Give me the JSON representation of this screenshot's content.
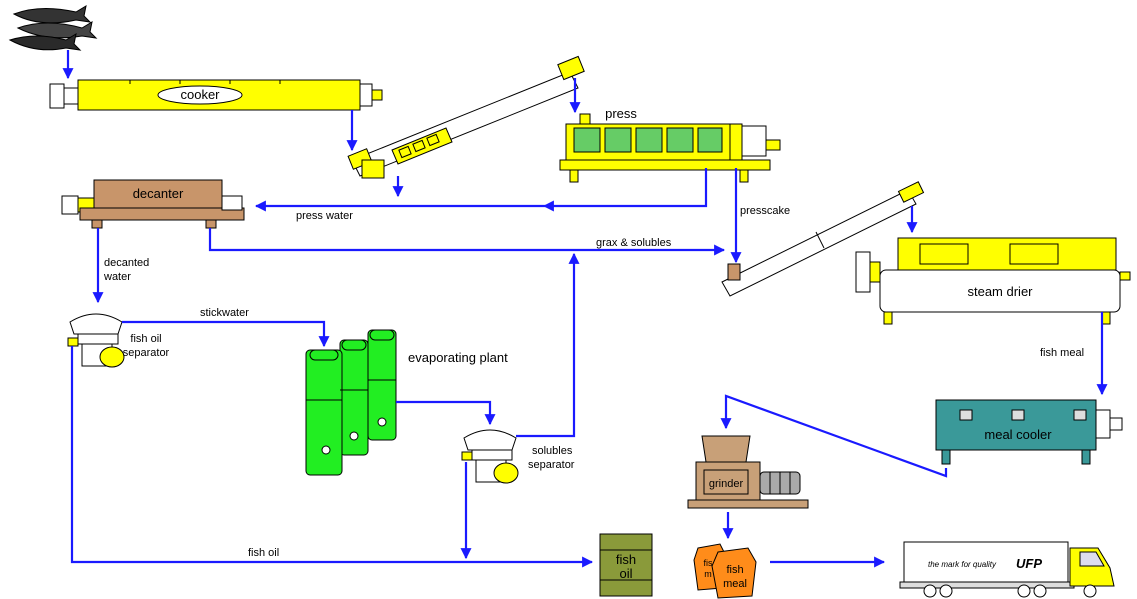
{
  "labels": {
    "cooker": "cooker",
    "press": "press",
    "decanter": "decanter",
    "press_water": "press water",
    "presscake": "presscake",
    "grax_solubles": "grax & solubles",
    "decanted_water_1": "decanted",
    "decanted_water_2": "water",
    "stickwater": "stickwater",
    "fish_oil_separator_1": "fish oil",
    "fish_oil_separator_2": "separator",
    "evaporating_plant": "evaporating plant",
    "solubles_separator_1": "solubles",
    "solubles_separator_2": "separator",
    "steam_drier": "steam drier",
    "fish_meal_flow": "fish meal",
    "meal_cooler": "meal cooler",
    "grinder": "grinder",
    "fish_oil_flow": "fish oil",
    "fish_oil_barrel_1": "fish",
    "fish_oil_barrel_2": "oil",
    "fish_meal_bag_back_1": "fis",
    "fish_meal_bag_back_2": "m",
    "fish_meal_bag_1": "fish",
    "fish_meal_bag_2": "meal",
    "truck_slogan": "the mark for quality",
    "truck_brand": "UFP"
  },
  "colors": {
    "flow": "#1a1aff",
    "yellow_machine": "#ffff00",
    "decanter_brown": "#c8956a",
    "evaporator_green": "#22ee22",
    "cooler_teal": "#3a9999",
    "grinder_tan": "#c8a078",
    "barrel_olive": "#8a9a3a",
    "bag_orange": "#ff8c1a"
  }
}
